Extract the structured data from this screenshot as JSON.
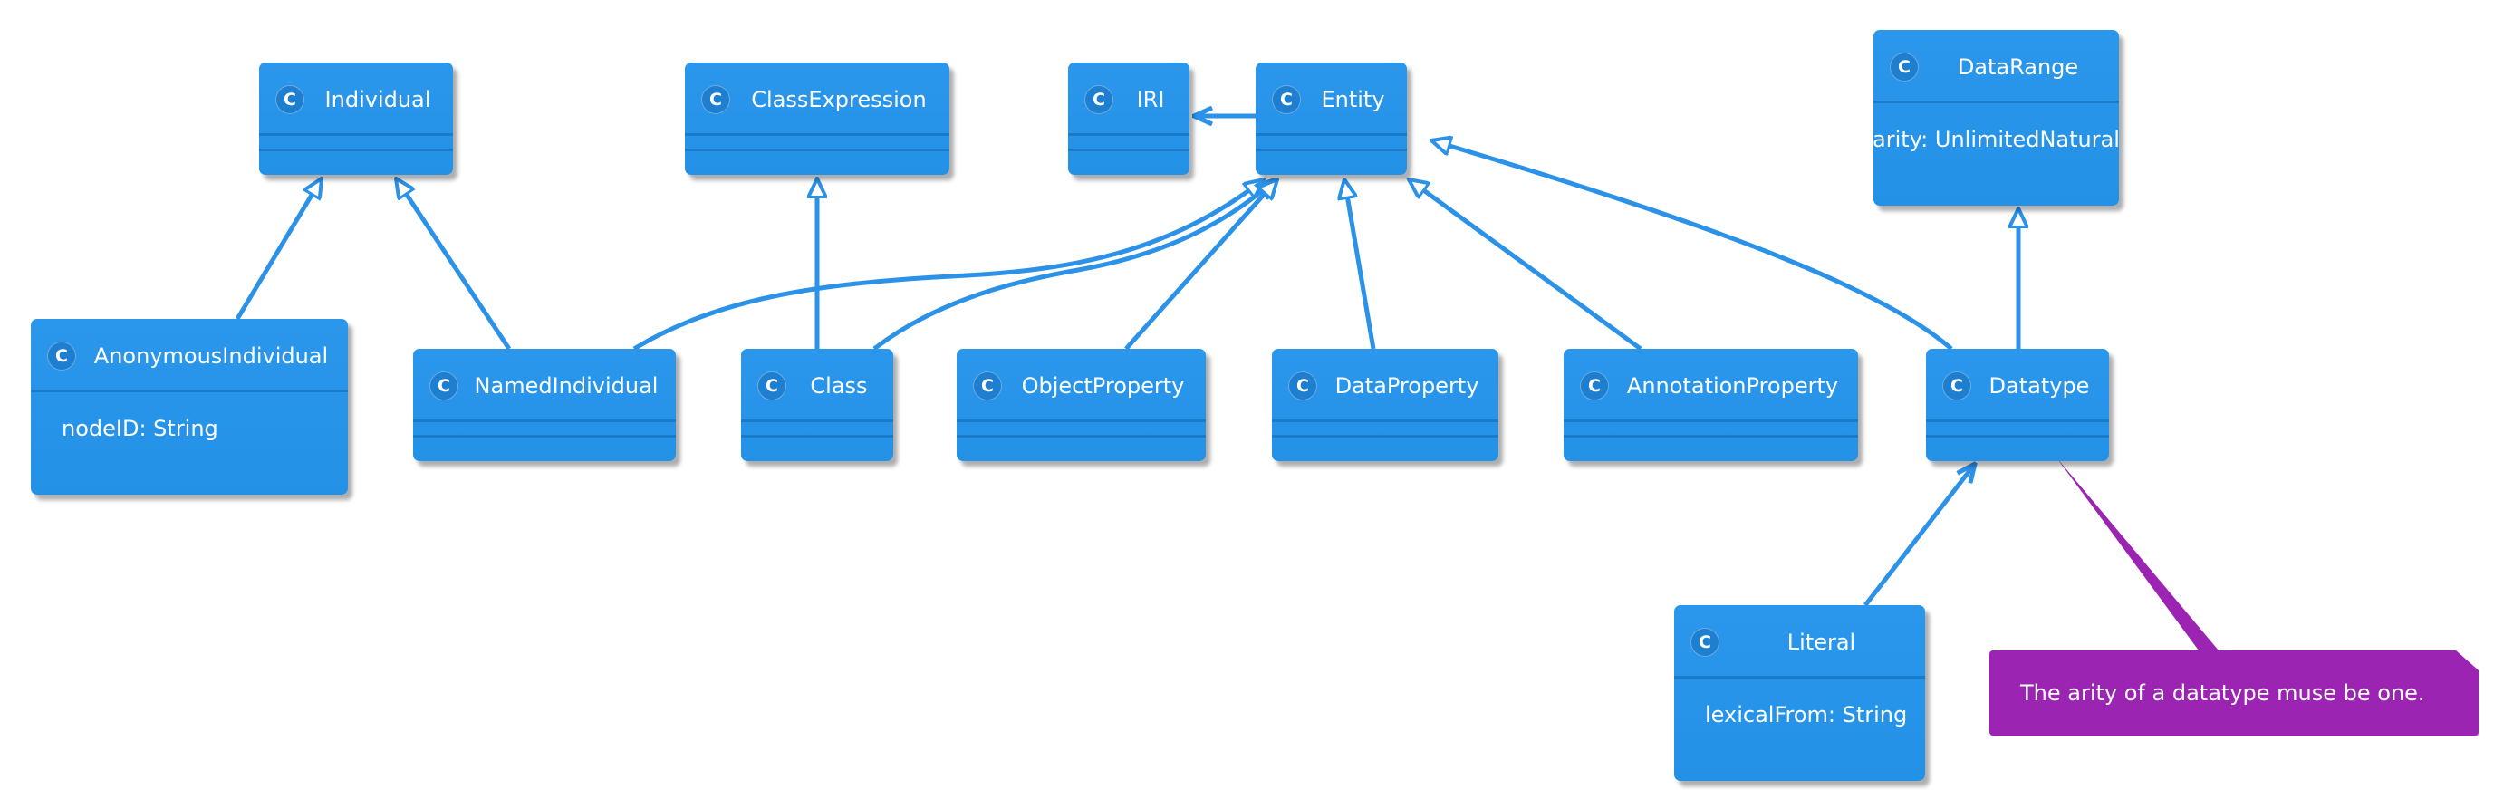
{
  "diagram": {
    "classes": {
      "individual": {
        "badge": "C",
        "name": "Individual"
      },
      "class_expression": {
        "badge": "C",
        "name": "ClassExpression"
      },
      "iri": {
        "badge": "C",
        "name": "IRI"
      },
      "entity": {
        "badge": "C",
        "name": "Entity"
      },
      "data_range": {
        "badge": "C",
        "name": "DataRange",
        "attribute": "arity: UnlimitedNatural"
      },
      "anonymous_individual": {
        "badge": "C",
        "name": "AnonymousIndividual",
        "attribute": "nodeID: String"
      },
      "named_individual": {
        "badge": "C",
        "name": "NamedIndividual"
      },
      "class": {
        "badge": "C",
        "name": "Class"
      },
      "object_property": {
        "badge": "C",
        "name": "ObjectProperty"
      },
      "data_property": {
        "badge": "C",
        "name": "DataProperty"
      },
      "annotation_property": {
        "badge": "C",
        "name": "AnnotationProperty"
      },
      "datatype": {
        "badge": "C",
        "name": "Datatype"
      },
      "literal": {
        "badge": "C",
        "name": "Literal",
        "attribute": "lexicalFrom: String"
      }
    },
    "note": {
      "text": "The arity of a datatype muse be one."
    },
    "colors": {
      "class_fill": "#2391e6",
      "class_divider": "#1a7cc8",
      "edge": "#2c92e8",
      "note_fill": "#9b24b2"
    }
  }
}
